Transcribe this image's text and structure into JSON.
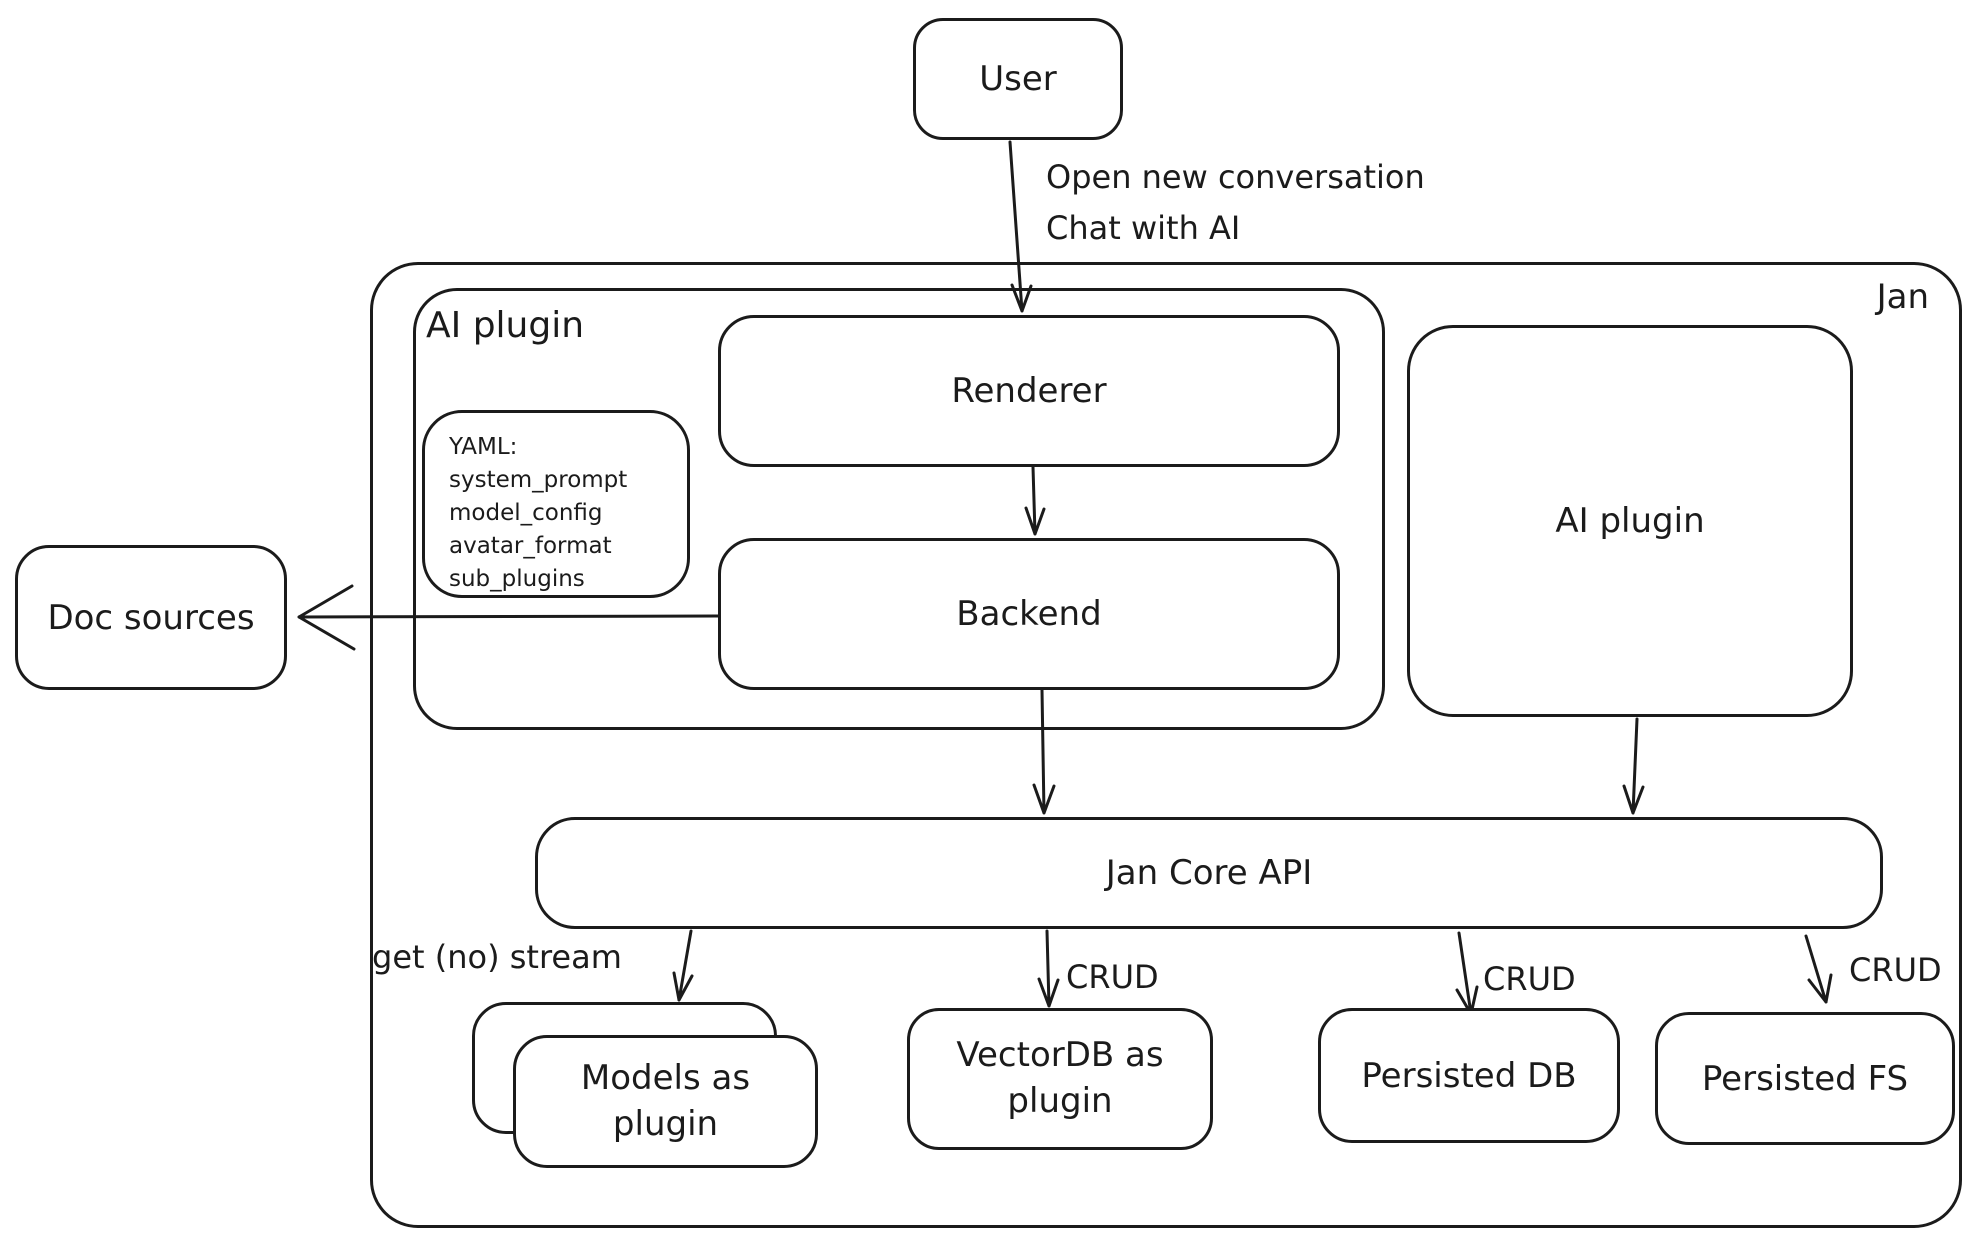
{
  "canvas": {
    "background_color": "#ffffff",
    "stroke_color": "#1b1b1b"
  },
  "nodes": {
    "user": {
      "label": "User"
    },
    "jan": {
      "label": "Jan"
    },
    "ai_plugin_container": {
      "label": "AI plugin"
    },
    "yaml_note": {
      "lines": [
        "YAML:",
        "system_prompt",
        "model_config",
        "avatar_format",
        "sub_plugins"
      ]
    },
    "renderer": {
      "label": "Renderer"
    },
    "backend": {
      "label": "Backend"
    },
    "doc_sources": {
      "label": "Doc sources"
    },
    "ai_plugin_right": {
      "label": "AI plugin"
    },
    "jan_core_api": {
      "label": "Jan Core API"
    },
    "models": {
      "line1": "Models as",
      "line2": "plugin"
    },
    "vectordb": {
      "line1": "VectorDB as",
      "line2": "plugin"
    },
    "persisted_db": {
      "label": "Persisted DB"
    },
    "persisted_fs": {
      "label": "Persisted FS"
    }
  },
  "edges": {
    "user_to_renderer": {
      "label_line1": "Open new conversation",
      "label_line2": "Chat with AI"
    },
    "jancore_to_models": {
      "label": "get (no) stream"
    },
    "jancore_to_vectordb": {
      "label": "CRUD"
    },
    "jancore_to_persisted_db": {
      "label": "CRUD"
    },
    "jancore_to_persisted_fs": {
      "label": "CRUD"
    }
  }
}
